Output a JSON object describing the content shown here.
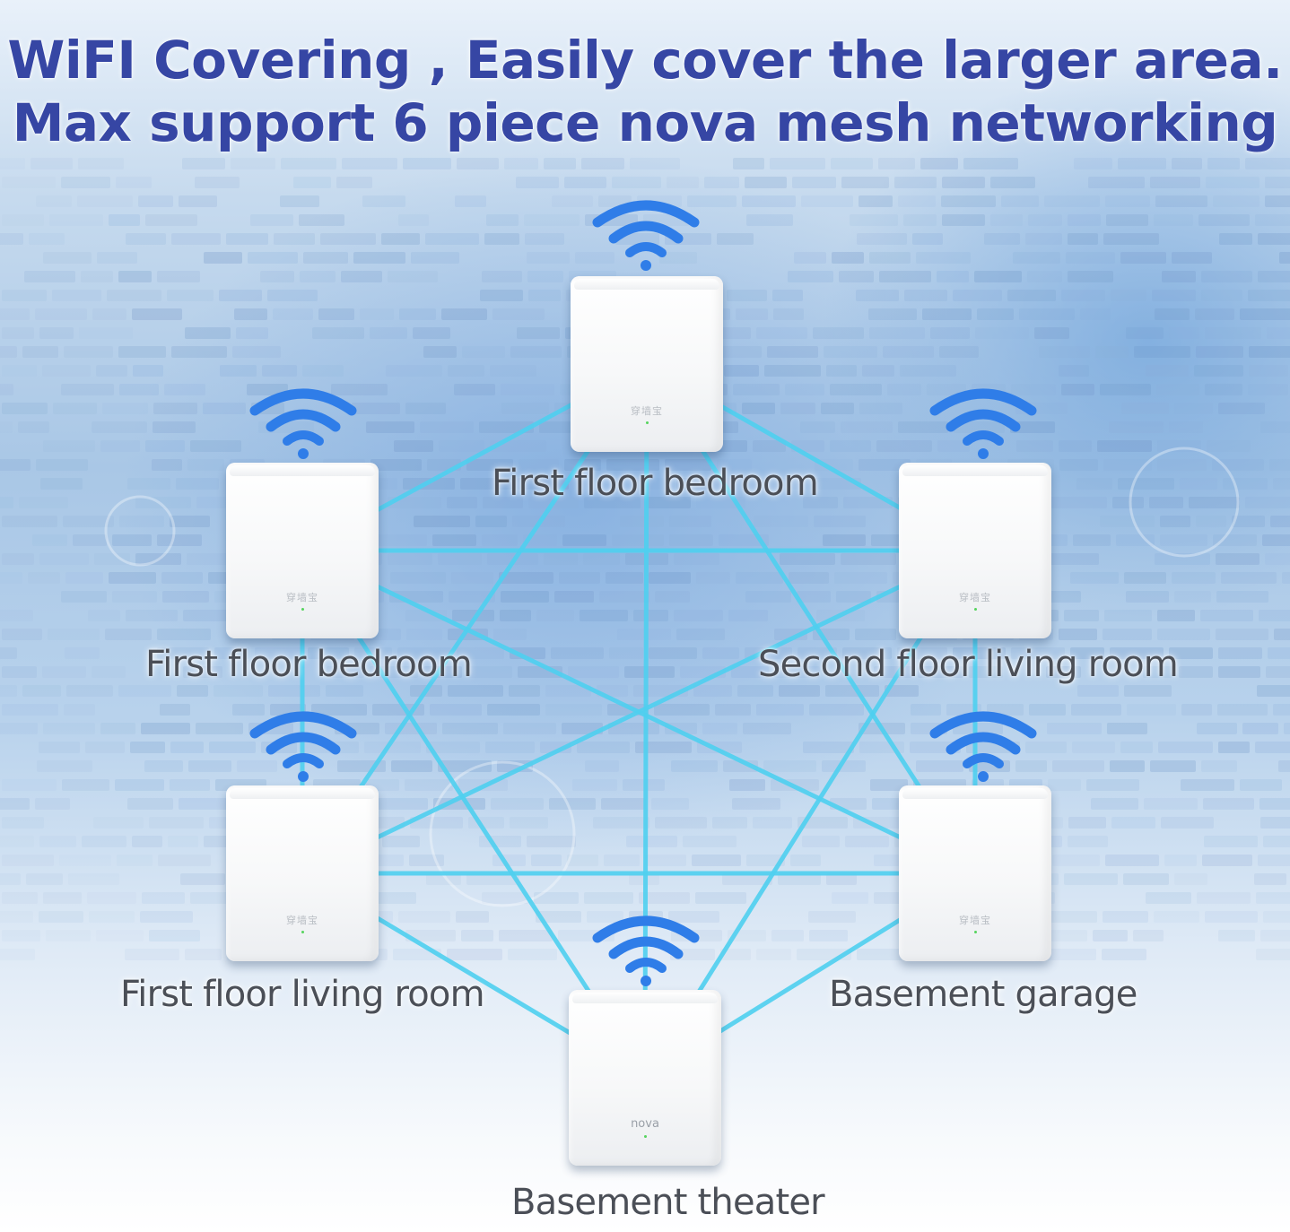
{
  "headline": {
    "line1": "WiFI Covering , Easily cover the larger area.",
    "line2": "Max support 6 piece nova mesh networking"
  },
  "colors": {
    "headline": "#3646a4",
    "mesh_line": "#4fd0f0",
    "wifi_signal": "#2f7de8",
    "label_text": "#4b4f57",
    "led": "#56d45e"
  },
  "nodes": [
    {
      "id": "top",
      "label": "First floor bedroom",
      "brand": "穿墙宝"
    },
    {
      "id": "upper-left",
      "label": "First floor bedroom",
      "brand": "穿墙宝"
    },
    {
      "id": "upper-right",
      "label": "Second floor living room",
      "brand": "穿墙宝"
    },
    {
      "id": "lower-left",
      "label": "First floor living room",
      "brand": "穿墙宝"
    },
    {
      "id": "lower-right",
      "label": "Basement garage",
      "brand": "穿墙宝"
    },
    {
      "id": "bottom",
      "label": "Basement theater",
      "brand": "nova"
    }
  ],
  "icons": {
    "signal": "wifi-signal-icon",
    "device": "mesh-router-icon"
  }
}
